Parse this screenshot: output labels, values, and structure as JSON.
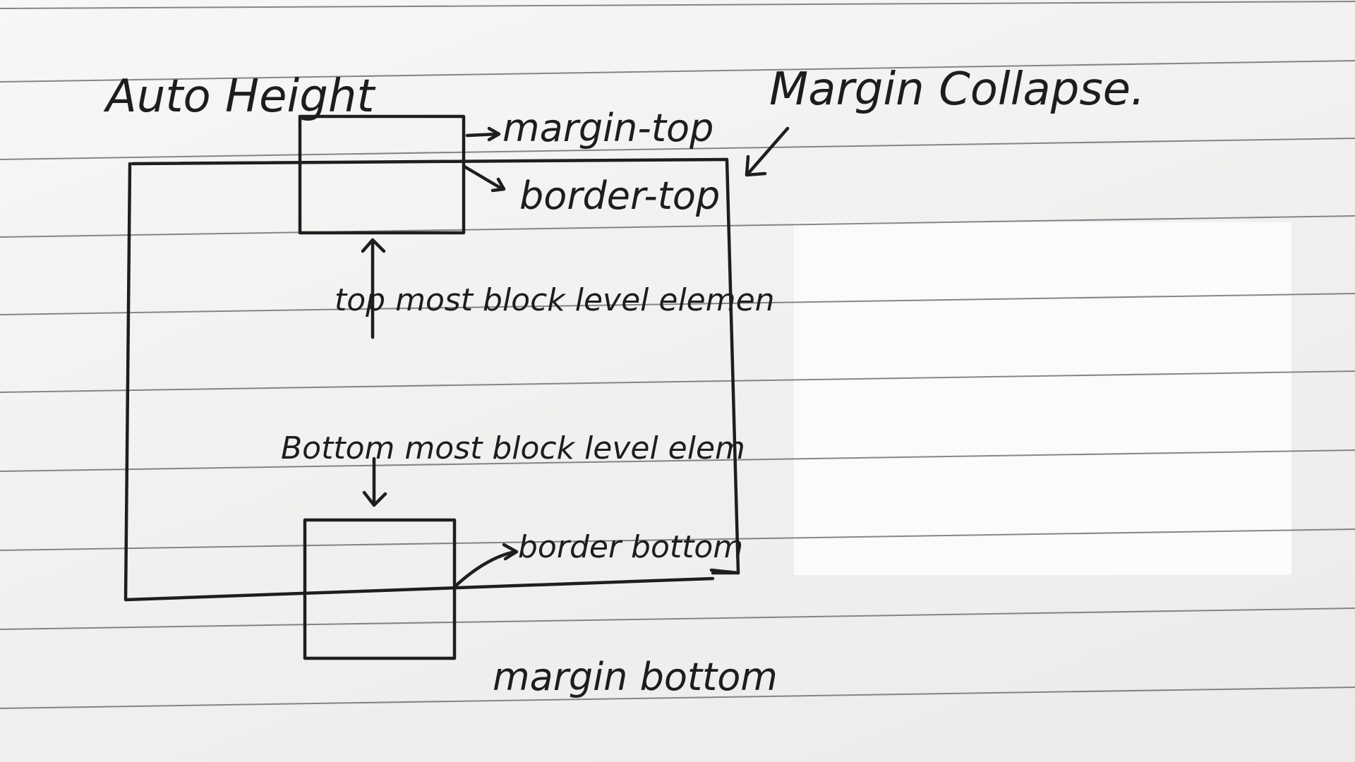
{
  "note": {
    "title_left": "Auto Height",
    "title_right": "Margin Collapse.",
    "labels": {
      "margin_top": "margin-top",
      "border_top": "border-top",
      "top_element": "top most block level elemen",
      "bottom_element": "Bottom most block level elem",
      "border_bottom": "border bottom",
      "margin_bottom": "margin bottom"
    }
  },
  "colors": {
    "ink": "#1e1e1e",
    "paper": "#f2f2f0",
    "rule": "#606060"
  }
}
